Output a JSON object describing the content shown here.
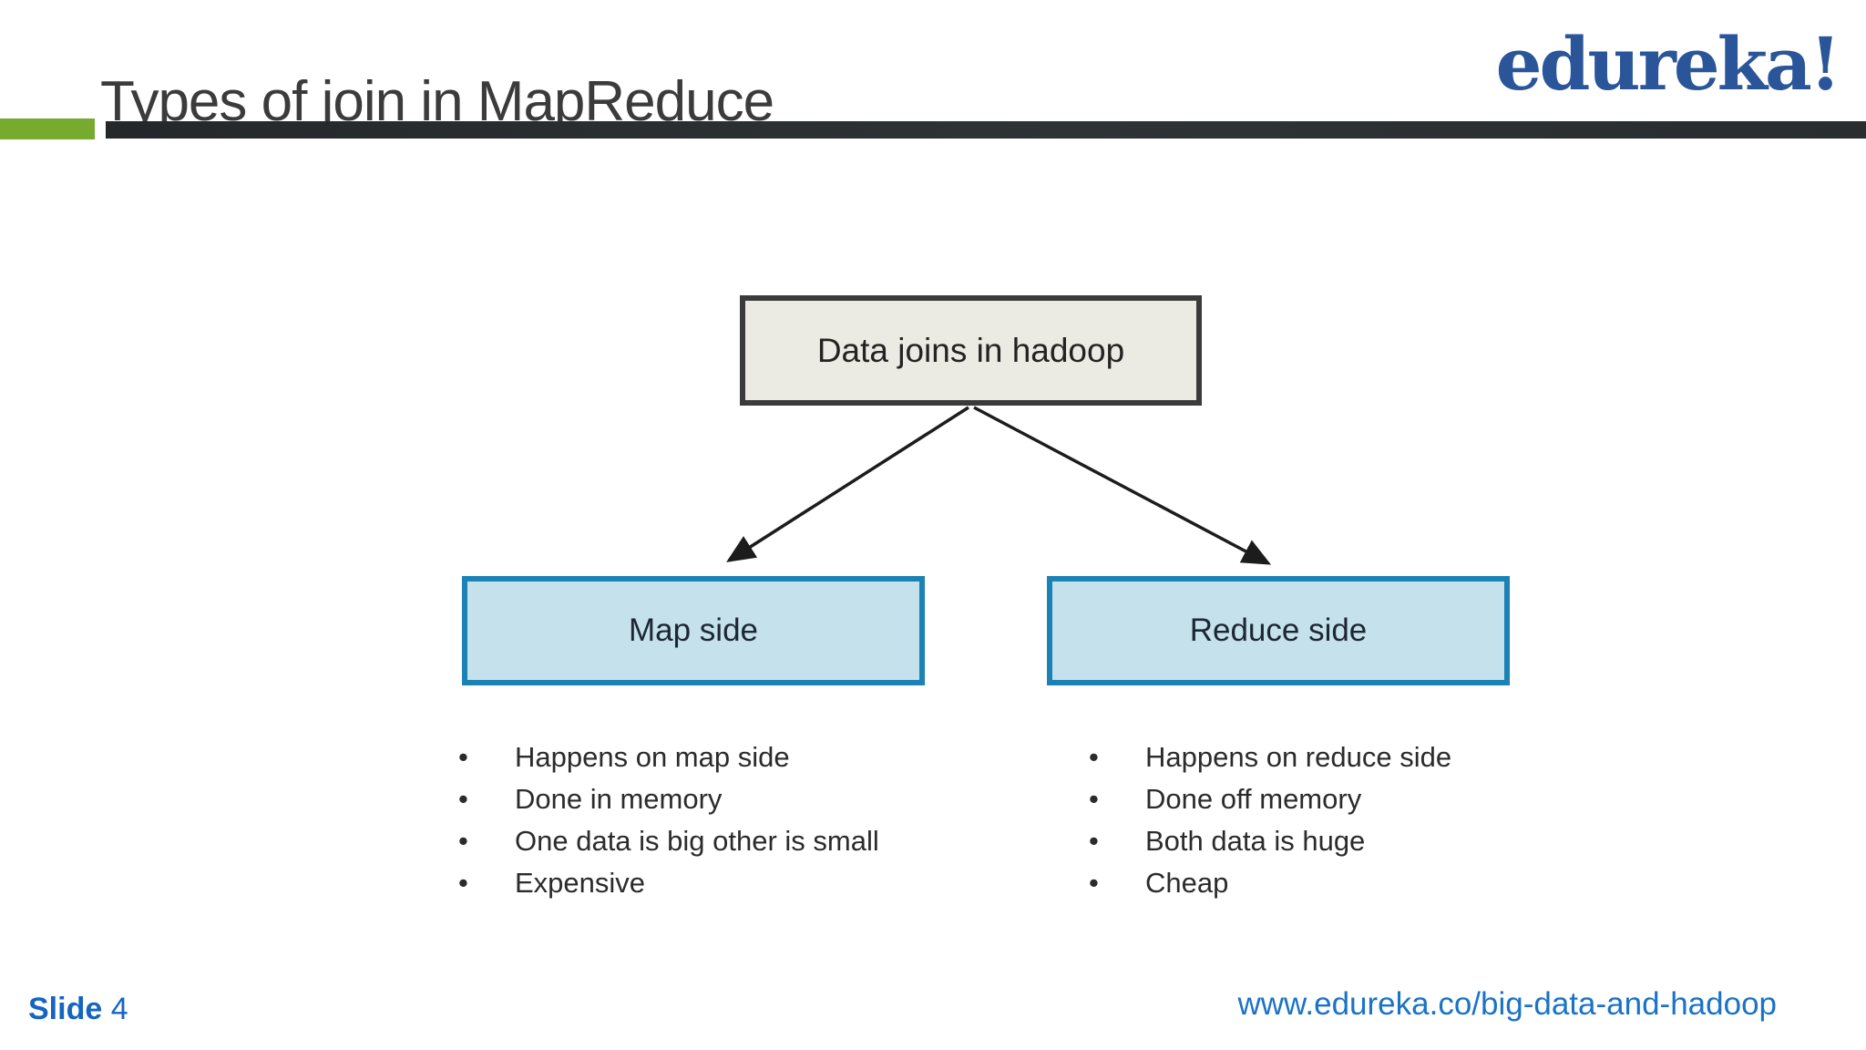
{
  "header": {
    "title": "Types of join in MapReduce",
    "logo_text": "edureka!"
  },
  "diagram": {
    "root": {
      "label": "Data joins in hadoop"
    },
    "children": [
      {
        "label": "Map side",
        "bullets": [
          "Happens on map side",
          "Done in memory",
          "One data is big other is small",
          "Expensive"
        ]
      },
      {
        "label": "Reduce side",
        "bullets": [
          "Happens on reduce side",
          "Done off memory",
          "Both data is huge",
          "Cheap"
        ]
      }
    ]
  },
  "footer": {
    "slide_label": "Slide",
    "slide_number": "4",
    "url": "www.edureka.co/big-data-and-hadoop"
  },
  "ui": {
    "bullet_glyph": "•"
  },
  "colors": {
    "accent_green": "#76ab2f",
    "rule_dark": "#2c3033",
    "logo_blue": "#2a5699",
    "slide_number_blue": "#1565c0",
    "url_blue": "#1a73c6",
    "root_box_fill": "#ecebe3",
    "root_box_border": "#3b3b3b",
    "child_box_fill": "#c4e1ec",
    "child_box_border": "#1a82b4",
    "text_dark": "#2b2b2b"
  }
}
